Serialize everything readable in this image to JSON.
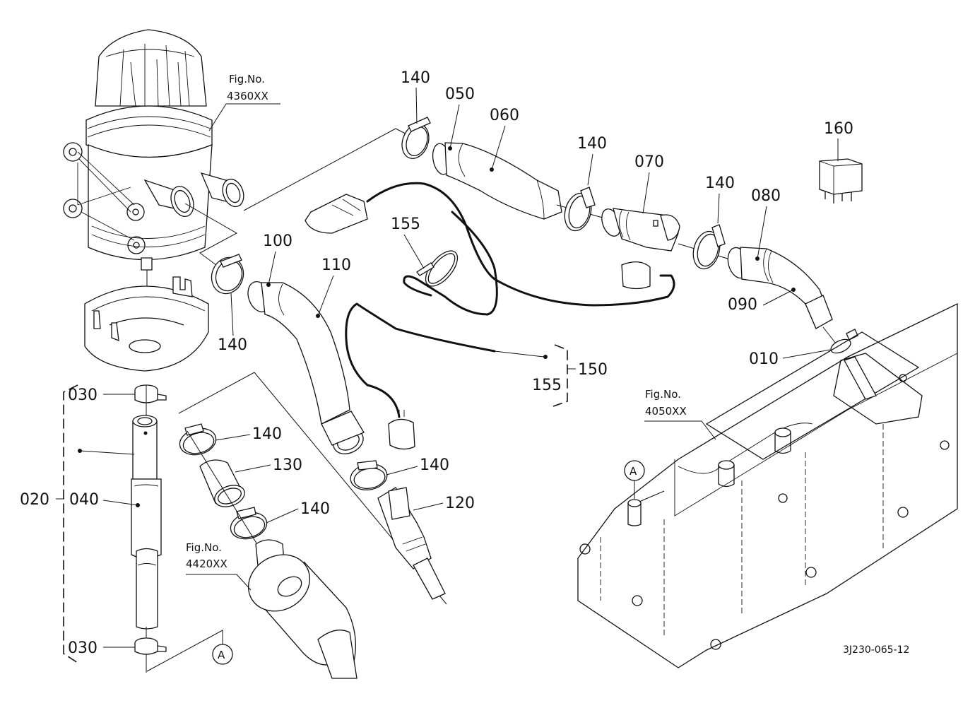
{
  "diagram": {
    "title": "Exploded parts diagram - breather / oil separator hoses and sensor",
    "drawing_code": "3J230-065-12",
    "figure_refs": [
      {
        "id": "fig-4360",
        "line1": "Fig.No.",
        "line2": "4360XX"
      },
      {
        "id": "fig-4050",
        "line1": "Fig.No.",
        "line2": "4050XX"
      },
      {
        "id": "fig-4420",
        "line1": "Fig.No.",
        "line2": "4420XX"
      }
    ],
    "reference_marks": [
      {
        "id": "ref-a-left",
        "label": "A"
      },
      {
        "id": "ref-a-right",
        "label": "A"
      }
    ],
    "part_labels": {
      "p010": "010",
      "p020": "020",
      "p030_top": "030",
      "p030_bottom": "030",
      "p040": "040",
      "p050": "050",
      "p060": "060",
      "p070": "070",
      "p080": "080",
      "p090": "090",
      "p100": "100",
      "p110": "110",
      "p120": "120",
      "p130": "130",
      "p140_a": "140",
      "p140_b": "140",
      "p140_c": "140",
      "p140_d": "140",
      "p140_e": "140",
      "p140_f": "140",
      "p140_g": "140",
      "p150": "150",
      "p155_a": "155",
      "p155_b": "155",
      "p160": "160"
    }
  }
}
